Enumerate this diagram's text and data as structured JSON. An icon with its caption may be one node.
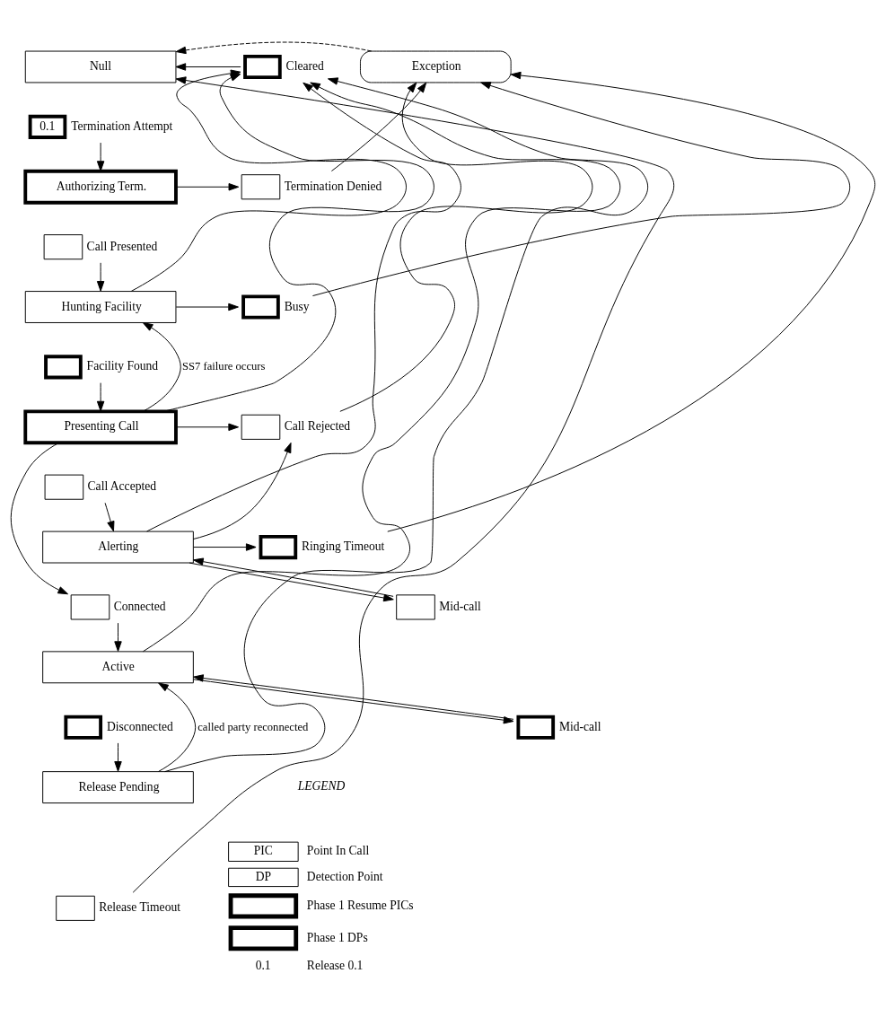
{
  "diagram": {
    "nodes": [
      {
        "text": [
          "Null"
        ]
      },
      {
        "text": [
          "Exception"
        ]
      },
      {
        "text": [
          "0.1"
        ],
        "beside": [
          "Termination Attempt"
        ]
      },
      {
        "text": [
          "Authorizing Term."
        ]
      },
      {
        "text": [],
        "shape": "box",
        "beside": [
          "Call Presented"
        ]
      },
      {
        "text": [
          "Hunting Facility"
        ]
      },
      {
        "text": [],
        "shape": "box",
        "beside": [
          "Facility Found"
        ]
      },
      {
        "text": [
          "Presenting Call"
        ]
      },
      {
        "text": [],
        "shape": "box",
        "beside": [
          "Call Accepted"
        ]
      },
      {
        "text": [
          "Alerting"
        ]
      },
      {
        "text": [],
        "shape": "box",
        "beside": [
          "Connected"
        ]
      },
      {
        "text": [
          "Active"
        ]
      },
      {
        "text": [],
        "shape": "box",
        "beside": [
          "Disconnected"
        ]
      },
      {
        "text": [
          "Release Pending"
        ]
      },
      {
        "text": [],
        "shape": "box",
        "beside": [
          "Release Timeout"
        ]
      },
      {
        "text": [],
        "shape": "box",
        "beside": [
          "Cleared"
        ]
      },
      {
        "text": [],
        "shape": "box",
        "beside": [
          "Termination Denied"
        ]
      },
      {
        "text": [],
        "shape": "box",
        "beside": [
          "Busy"
        ]
      },
      {
        "text": [],
        "shape": "box",
        "beside": [
          "Call Rejected"
        ]
      },
      {
        "text": [],
        "shape": "box",
        "beside": [
          "Ringing Timeout"
        ]
      },
      {
        "text": [],
        "shape": "box",
        "beside": [
          "Mid-call"
        ]
      },
      {
        "text": [],
        "shape": "box",
        "beside": [
          "Mid-call"
        ]
      }
    ],
    "edges": [
      {
        "from": 2,
        "to": 3,
        "arrow": "to"
      },
      {
        "from": 4,
        "to": 5,
        "arrow": "to"
      },
      {
        "from": 6,
        "to": 7,
        "arrow": "to"
      },
      {
        "from": 8,
        "to": 9,
        "arrow": "to"
      },
      {
        "from": 10,
        "to": 11,
        "arrow": "to"
      },
      {
        "from": 12,
        "to": 13,
        "arrow": "to"
      },
      {
        "from": 14,
        "to": 0,
        "arrow": "to"
      },
      {
        "from": 15,
        "to": 0,
        "arrow": "to"
      },
      {
        "from": 5,
        "to": 15,
        "arrow": "to"
      },
      {
        "from": 7,
        "to": 15,
        "arrow": "to"
      },
      {
        "from": 9,
        "to": 15,
        "arrow": "to"
      },
      {
        "from": 11,
        "to": 15,
        "arrow": "to"
      },
      {
        "from": 13,
        "to": 15,
        "arrow": "to"
      },
      {
        "from": 3,
        "to": 16,
        "arrow": "to"
      },
      {
        "from": 16,
        "to": 1,
        "arrow": "to"
      },
      {
        "from": 5,
        "to": 17,
        "arrow": "to"
      },
      {
        "from": 17,
        "to": 1,
        "arrow": "to"
      },
      {
        "from": 7,
        "to": 18,
        "arrow": "to"
      },
      {
        "from": 9,
        "to": 18,
        "arrow": "to"
      },
      {
        "from": 18,
        "to": 1,
        "arrow": "to"
      },
      {
        "from": 9,
        "to": 19,
        "arrow": "to"
      },
      {
        "from": 19,
        "to": 1,
        "arrow": "to"
      },
      {
        "from": 1,
        "to": 0,
        "arrow": "to",
        "style": "dashed"
      },
      {
        "from": 7,
        "to": 5,
        "arrow": "to",
        "label": "SS7 failure occurs"
      },
      {
        "from": 7,
        "to": 10,
        "arrow": "to"
      },
      {
        "from": 9,
        "to": 20,
        "arrow": "to"
      },
      {
        "from": 20,
        "to": 9,
        "arrow": "to"
      },
      {
        "from": 11,
        "to": 21,
        "arrow": "to"
      },
      {
        "from": 21,
        "to": 11,
        "arrow": "to"
      },
      {
        "from": 13,
        "to": 11,
        "arrow": "to",
        "label": "called party reconnected"
      }
    ],
    "labels": [
      "LEGEND",
      "PIC",
      "DP",
      "0.1"
    ],
    "legend": [
      {
        "text": "Point In Call"
      },
      {
        "text": "Detection Point"
      },
      {
        "text": "Phase 1 Resume PICs"
      },
      {
        "text": "Phase 1 DPs"
      },
      {
        "text": "Release 0.1"
      }
    ]
  }
}
